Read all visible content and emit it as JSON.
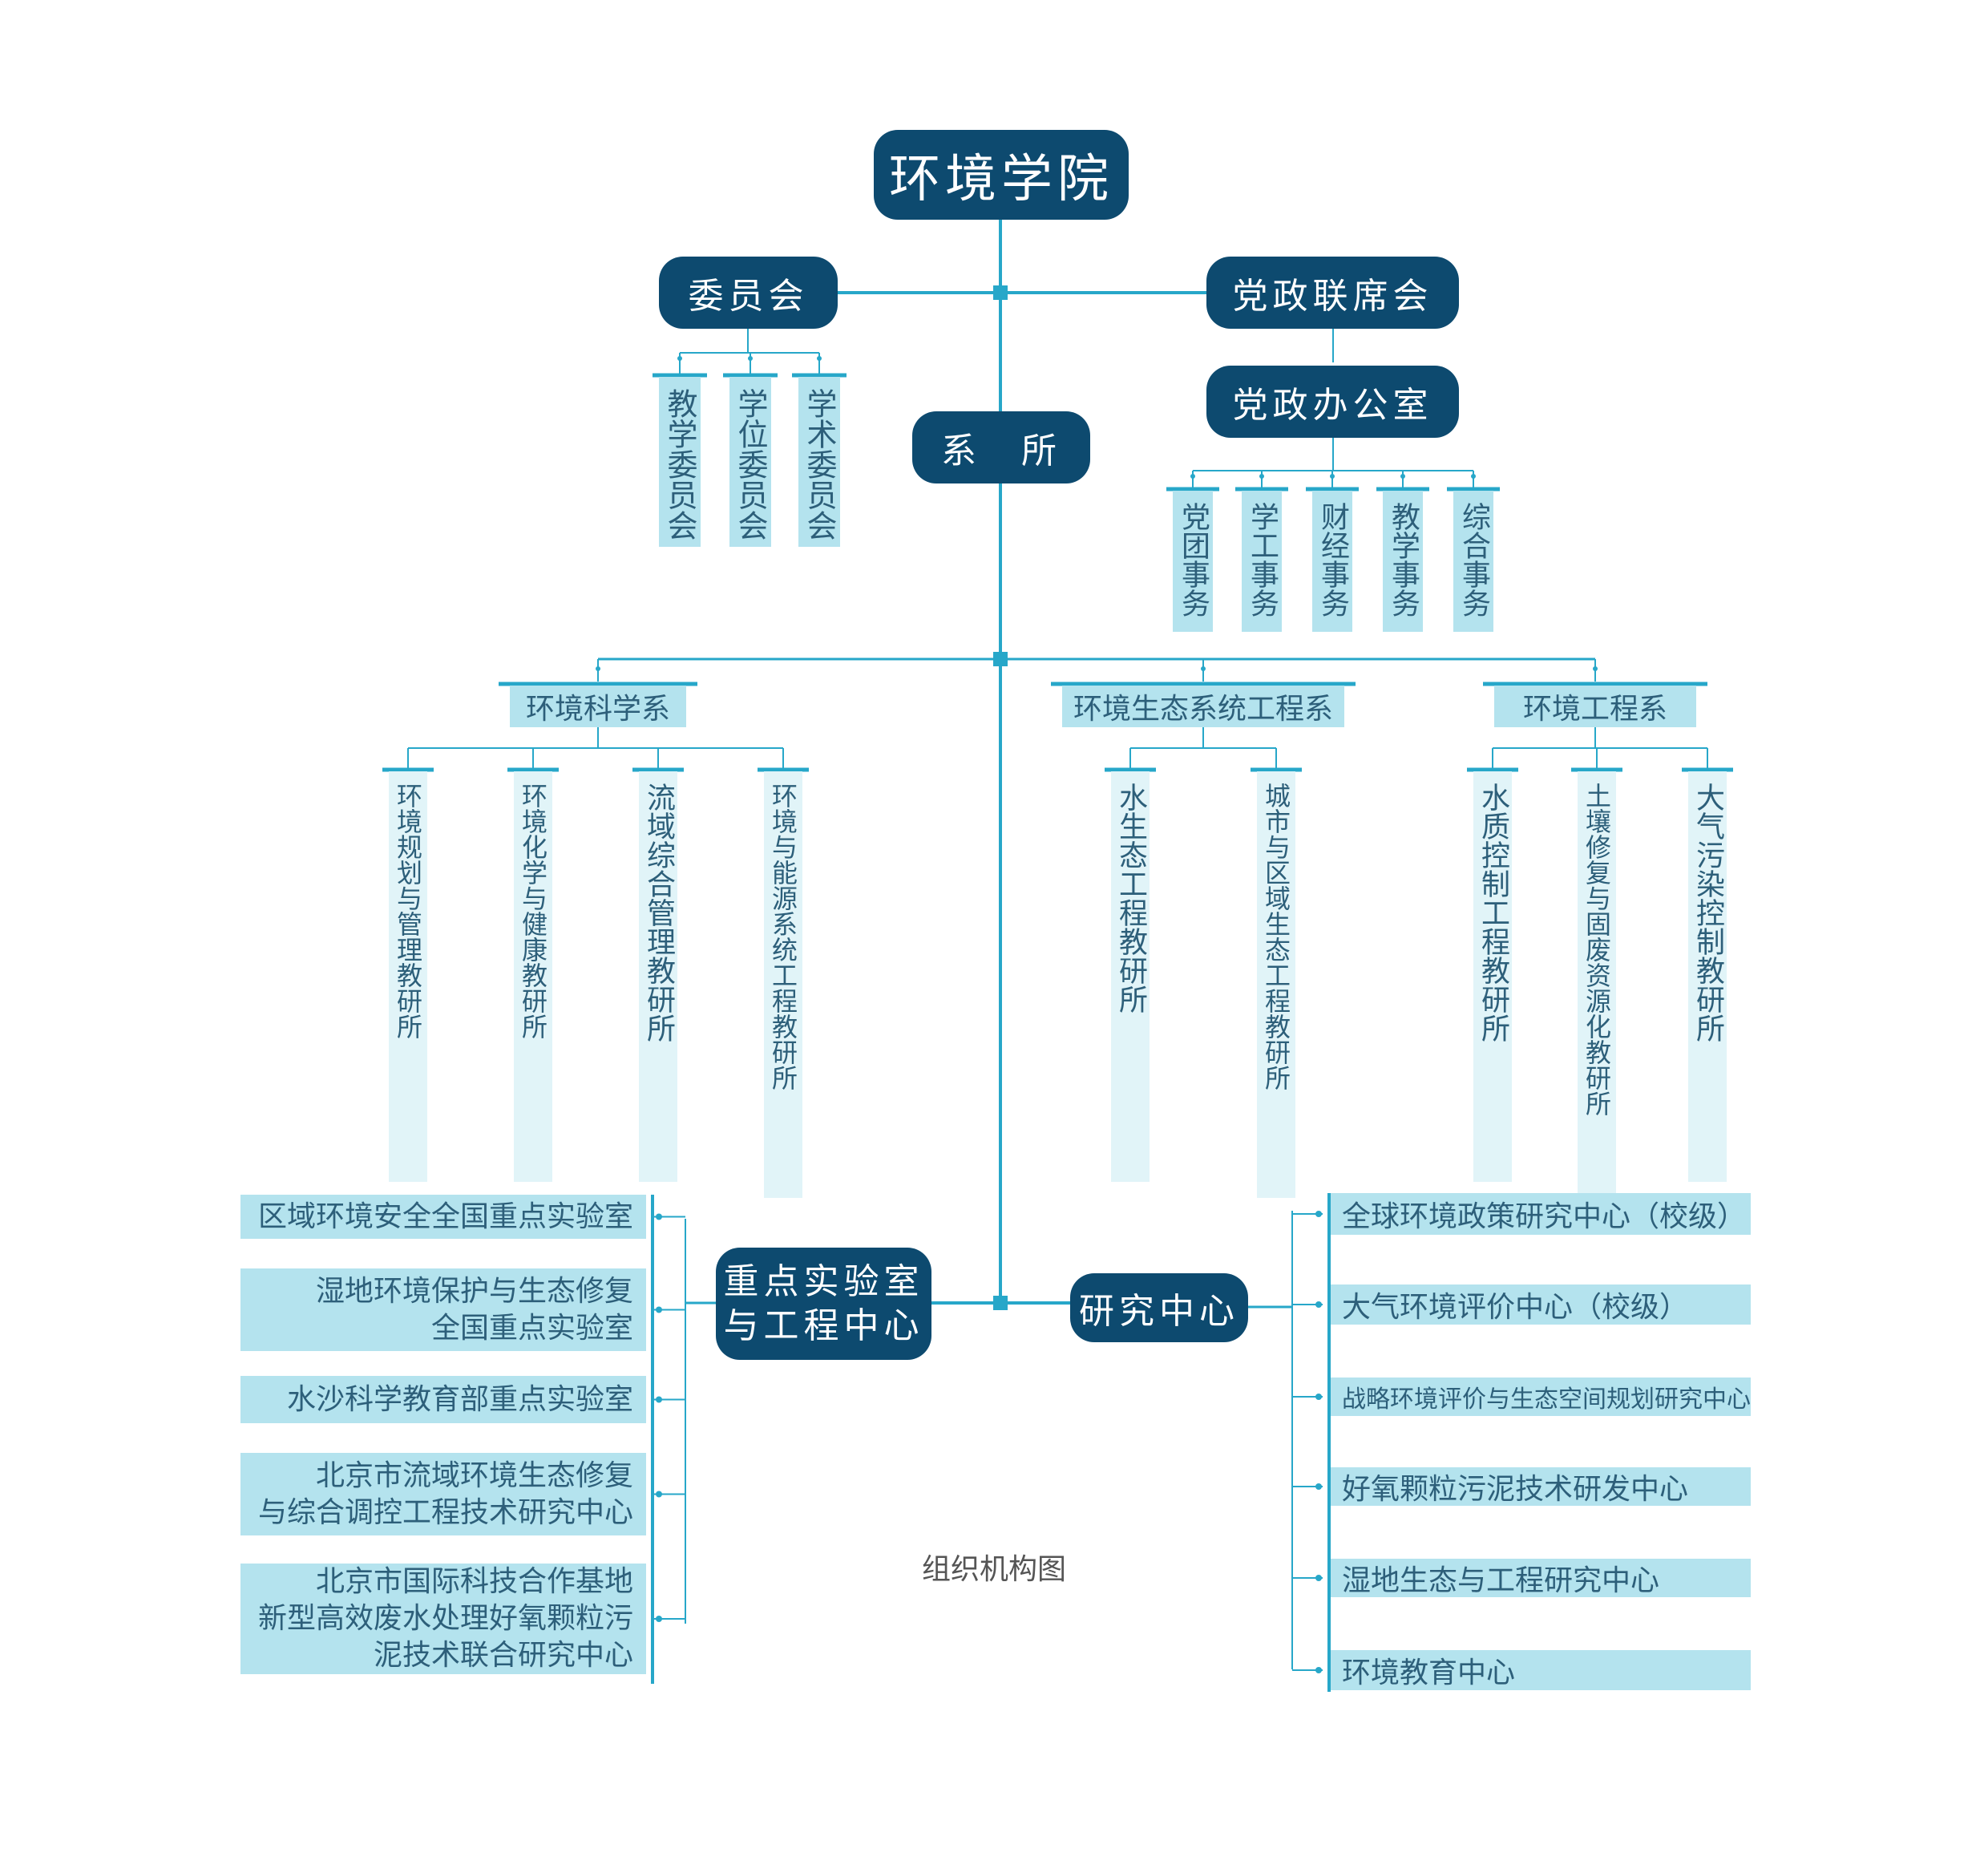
{
  "root": "环境学院",
  "committee": {
    "label": "委员会",
    "children": [
      "教学委员会",
      "学位委员会",
      "学术委员会"
    ]
  },
  "joint_meeting": "党政联席会",
  "party_office": {
    "label": "党政办公室",
    "children": [
      "党团事务",
      "学工事务",
      "财经事务",
      "教学事务",
      "综合事务"
    ]
  },
  "departments_label": "系　所",
  "departments": [
    {
      "label": "环境科学系",
      "institutes": [
        "环境规划与管理教研所",
        "环境化学与健康教研所",
        "流域综合管理教研所",
        "环境与能源系统工程教研所"
      ]
    },
    {
      "label": "环境生态系统工程系",
      "institutes": [
        "水生态工程教研所",
        "城市与区域生态工程教研所"
      ]
    },
    {
      "label": "环境工程系",
      "institutes": [
        "水质控制工程教研所",
        "土壤修复与固废资源化教研所",
        "大气污染控制教研所"
      ]
    }
  ],
  "key_labs": {
    "label_line1": "重点实验室",
    "label_line2": "与工程中心",
    "items": [
      [
        "区域环境安全全国重点实验室"
      ],
      [
        "湿地环境保护与生态修复",
        "全国重点实验室"
      ],
      [
        "水沙科学教育部重点实验室"
      ],
      [
        "北京市流域环境生态修复",
        "与综合调控工程技术研究中心"
      ],
      [
        "北京市国际科技合作基地",
        "新型高效废水处理好氧颗粒污",
        "泥技术联合研究中心"
      ]
    ]
  },
  "research_centers": {
    "label": "研究中心",
    "items": [
      "全球环境政策研究中心（校级）",
      "大气环境评价中心（校级）",
      "战略环境评价与生态空间规划研究中心",
      "好氧颗粒污泥技术研发中心",
      "湿地生态与工程研究中心",
      "环境教育中心"
    ]
  },
  "caption": "组织机构图",
  "colors": {
    "dark_box": "#0d4a6f",
    "light_box": "#b4e3ee",
    "pale_box": "#e1f4f8",
    "line": "#27a7c9",
    "text": "#2d5f7a"
  }
}
